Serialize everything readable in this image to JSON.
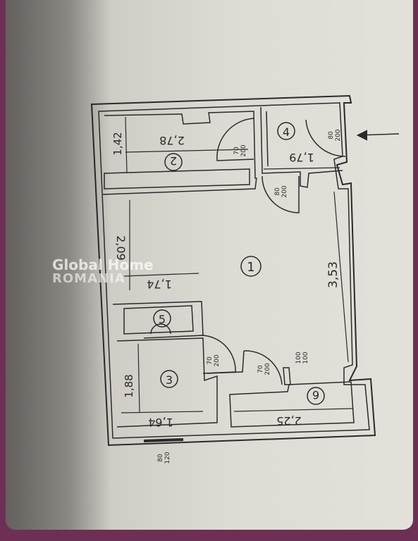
{
  "floorplan": {
    "rooms": [
      "1",
      "2",
      "3",
      "4",
      "5",
      "6"
    ],
    "dimensions": {
      "room2_length": "2,78",
      "room2_width": "1,42",
      "room1_width_a": "2,09",
      "room1_width_b": "1,74",
      "room1_length": "3,53",
      "room4_width": "1,79",
      "room3_length": "1,88",
      "room3_width": "1,64",
      "room6_length": "2,25"
    },
    "doors": {
      "d1": {
        "top": "70",
        "bottom": "200"
      },
      "d2": {
        "top": "80",
        "bottom": "200"
      },
      "d3": {
        "top": "80",
        "bottom": "200"
      },
      "d4": {
        "top": "70",
        "bottom": "200"
      },
      "d5": {
        "top": "70",
        "bottom": "200"
      },
      "d6": {
        "top": "100",
        "bottom": "100"
      },
      "d7": {
        "top": "80",
        "bottom": "120"
      }
    }
  },
  "watermark": {
    "line1": "Global Home",
    "line2": "ROMANIA"
  },
  "colors": {
    "ink": "#2a2a2a",
    "paper": "#dedbd5",
    "frame": "#6e2f55"
  }
}
